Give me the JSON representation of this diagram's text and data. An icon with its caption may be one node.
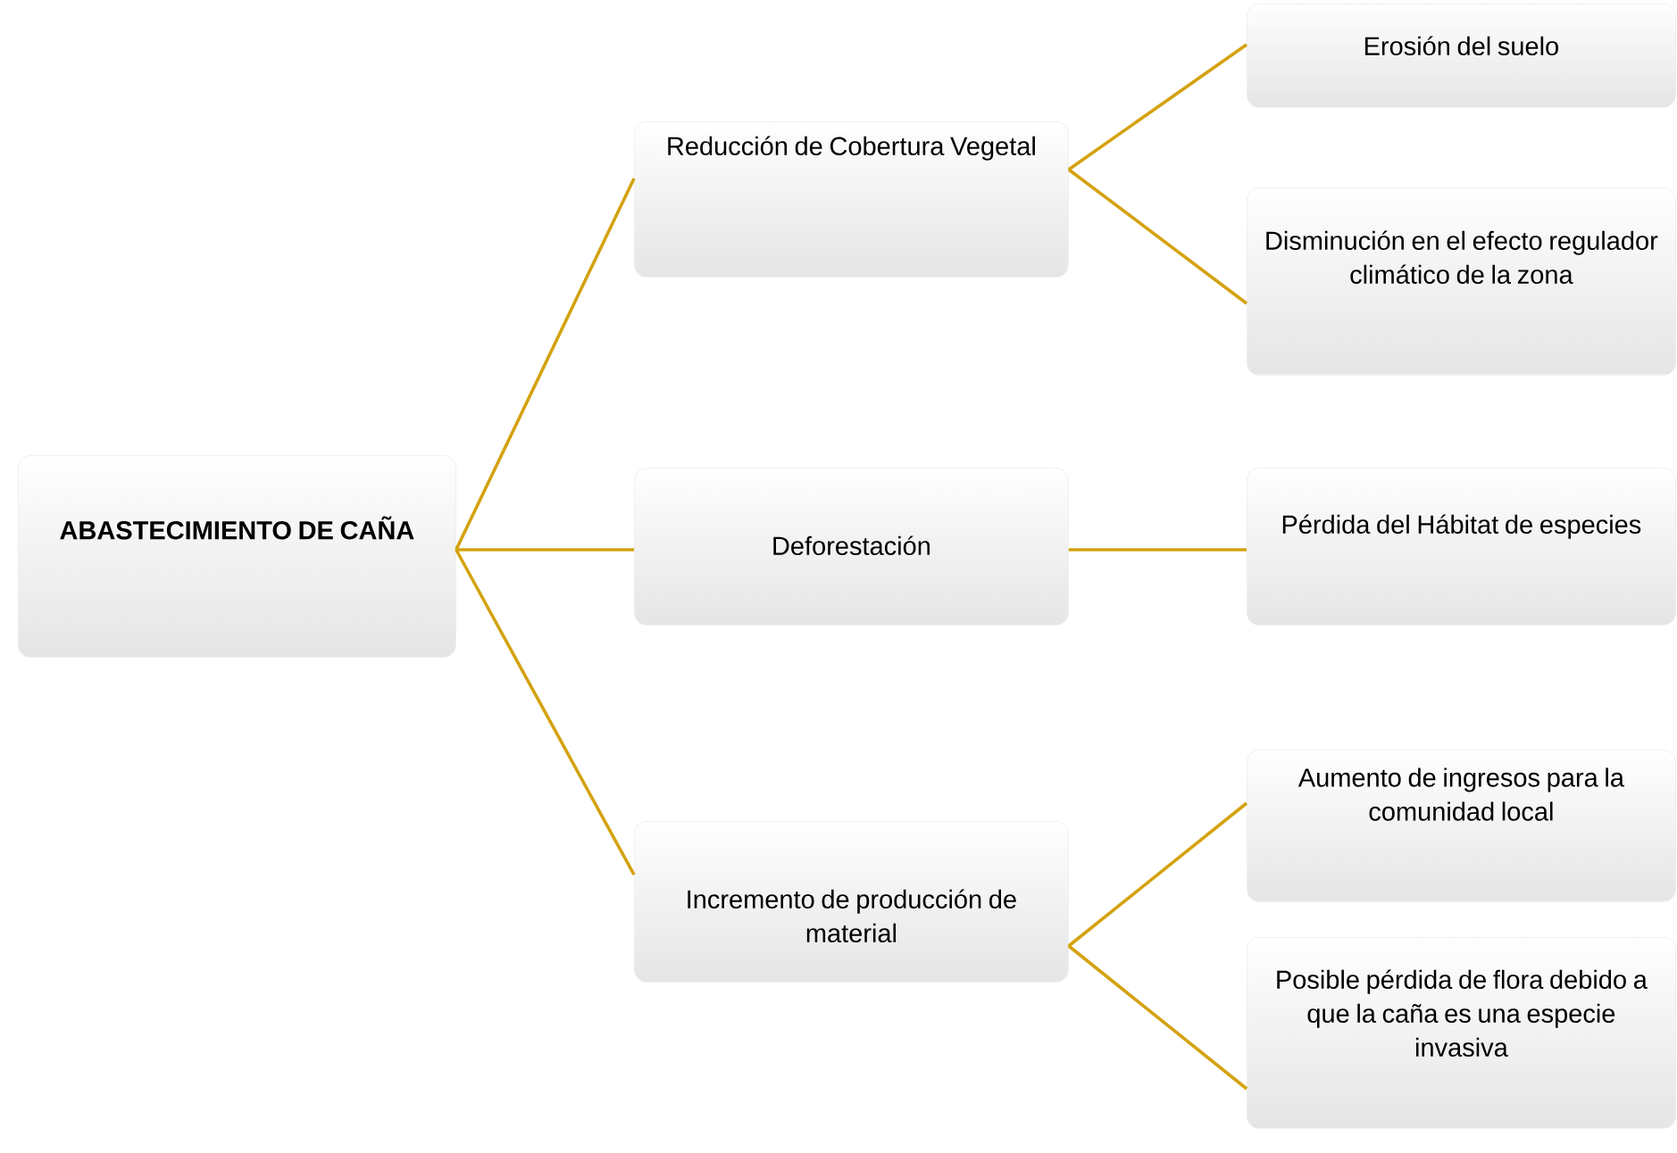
{
  "diagram": {
    "nodes": [
      {
        "text": [
          "ABASTECIMIENTO DE CAÑA"
        ]
      },
      {
        "text": [
          "Reducción de Cobertura Vegetal"
        ]
      },
      {
        "text": [
          "Deforestación"
        ]
      },
      {
        "text": [
          "Incremento de producción de material"
        ]
      },
      {
        "text": [
          "Erosión del suelo"
        ]
      },
      {
        "text": [
          "Disminución en el efecto regulador climático de la zona"
        ]
      },
      {
        "text": [
          "Pérdida del Hábitat de especies"
        ]
      },
      {
        "text": [
          "Aumento de ingresos para la comunidad local"
        ]
      },
      {
        "text": [
          "Posible pérdida de flora debido a que la caña es una especie invasiva"
        ]
      }
    ],
    "edges": [
      {
        "from": 0,
        "to": 1,
        "arrow": "none"
      },
      {
        "from": 0,
        "to": 2,
        "arrow": "none"
      },
      {
        "from": 0,
        "to": 3,
        "arrow": "none"
      },
      {
        "from": 1,
        "to": 4,
        "arrow": "none"
      },
      {
        "from": 1,
        "to": 5,
        "arrow": "none"
      },
      {
        "from": 2,
        "to": 6,
        "arrow": "none"
      },
      {
        "from": 3,
        "to": 7,
        "arrow": "none"
      },
      {
        "from": 3,
        "to": 8,
        "arrow": "none"
      }
    ]
  }
}
